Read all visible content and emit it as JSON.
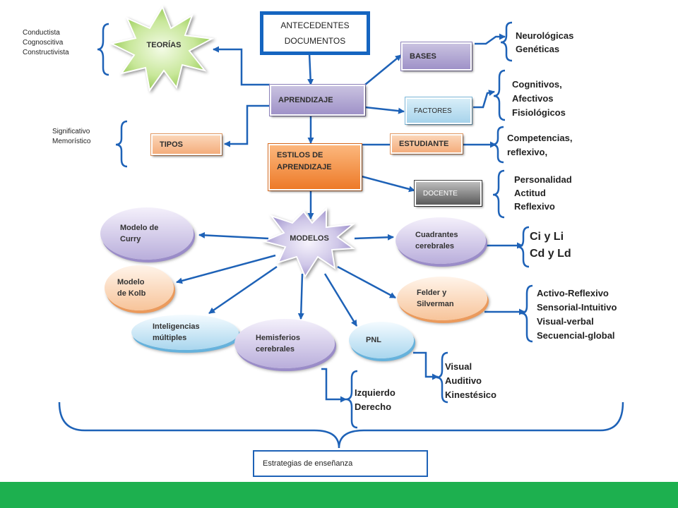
{
  "antecedentes": {
    "line1": "ANTECEDENTES",
    "line2": "DOCUMENTOS"
  },
  "nodes": {
    "teorias": "TEORÍAS",
    "aprendizaje": "APRENDIZAJE",
    "bases": "BASES",
    "factores": "FACTORES",
    "tipos": "TIPOS",
    "estudiante": "ESTUDIANTE",
    "estilos_line1": "ESTILOS DE",
    "estilos_line2": "APRENDIZAJE",
    "docente": "DOCENTE",
    "modelos": "MODELOS"
  },
  "models": {
    "curry_line1": "Modelo de",
    "curry_line2": "Curry",
    "kolb_line1": "Modelo",
    "kolb_line2": "de Kolb",
    "inteligencias_line1": "Inteligencias",
    "inteligencias_line2": "múltiples",
    "hemisferios_line1": "Hemisferios",
    "hemisferios_line2": "cerebrales",
    "pnl": "PNL",
    "felder_line1": "Felder y",
    "felder_line2": "Silverman",
    "cuadrantes_line1": "Cuadrantes",
    "cuadrantes_line2": "cerebrales"
  },
  "lists": {
    "teorias": [
      "Conductista",
      "Cognoscitiva",
      "Constructivista"
    ],
    "tipos": [
      "Significativo",
      "Memorístico"
    ],
    "bases": [
      "Neurológicas",
      "Genéticas"
    ],
    "factores": [
      "Cognitivos,",
      "Afectivos",
      "Fisiológicos"
    ],
    "estudiante": [
      "Competencias,",
      "reflexivo,"
    ],
    "docente": [
      "Personalidad",
      "Actitud",
      "Reflexivo"
    ],
    "cuadrantes": [
      "Ci y Li",
      "Cd y Ld"
    ],
    "felder": [
      "Activo-Reflexivo",
      "Sensorial-Intuitivo",
      "Visual-verbal",
      "Secuencial-global"
    ],
    "pnl": [
      "Visual",
      "Auditivo",
      "Kinestésico"
    ],
    "hemisferios": [
      "Izquierdo",
      "Derecho"
    ]
  },
  "strategy": "Estrategias  de enseñanza",
  "colors": {
    "arrow": "#1e62b7",
    "footer": "#1db04f",
    "antecedentes_border": "#1565c0",
    "star_green": "#a4d65e",
    "star_lilac": "#b7aedb"
  }
}
